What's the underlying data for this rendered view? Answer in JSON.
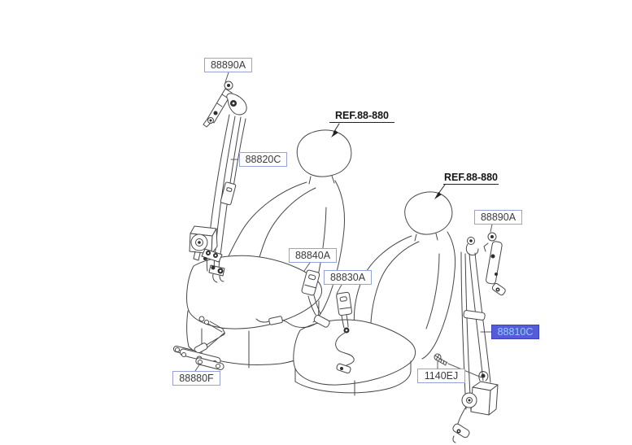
{
  "diagram": {
    "description": "Front seat belt parts diagram with two front seats",
    "colors": {
      "background": "#ffffff",
      "line": "#474747",
      "label_border": "#95a3da",
      "label_text": "#3a3a3a",
      "highlight_fill": "#565cd8",
      "highlight_border": "#3b41bd",
      "highlight_text": "#8fd2f6"
    },
    "labels": {
      "adjuster_left": {
        "text": "88890A"
      },
      "belt_left": {
        "text": "88820C"
      },
      "ref_left": {
        "text": "REF.88-880"
      },
      "ref_right": {
        "text": "REF.88-880"
      },
      "buckle_center": {
        "text": "88840A"
      },
      "buckle_right": {
        "text": "88830A"
      },
      "adjuster_right": {
        "text": "88890A"
      },
      "belt_right": {
        "text": "88810C",
        "highlighted": true
      },
      "floor_rail": {
        "text": "88880F"
      },
      "bolt": {
        "text": "1140EJ"
      }
    }
  }
}
